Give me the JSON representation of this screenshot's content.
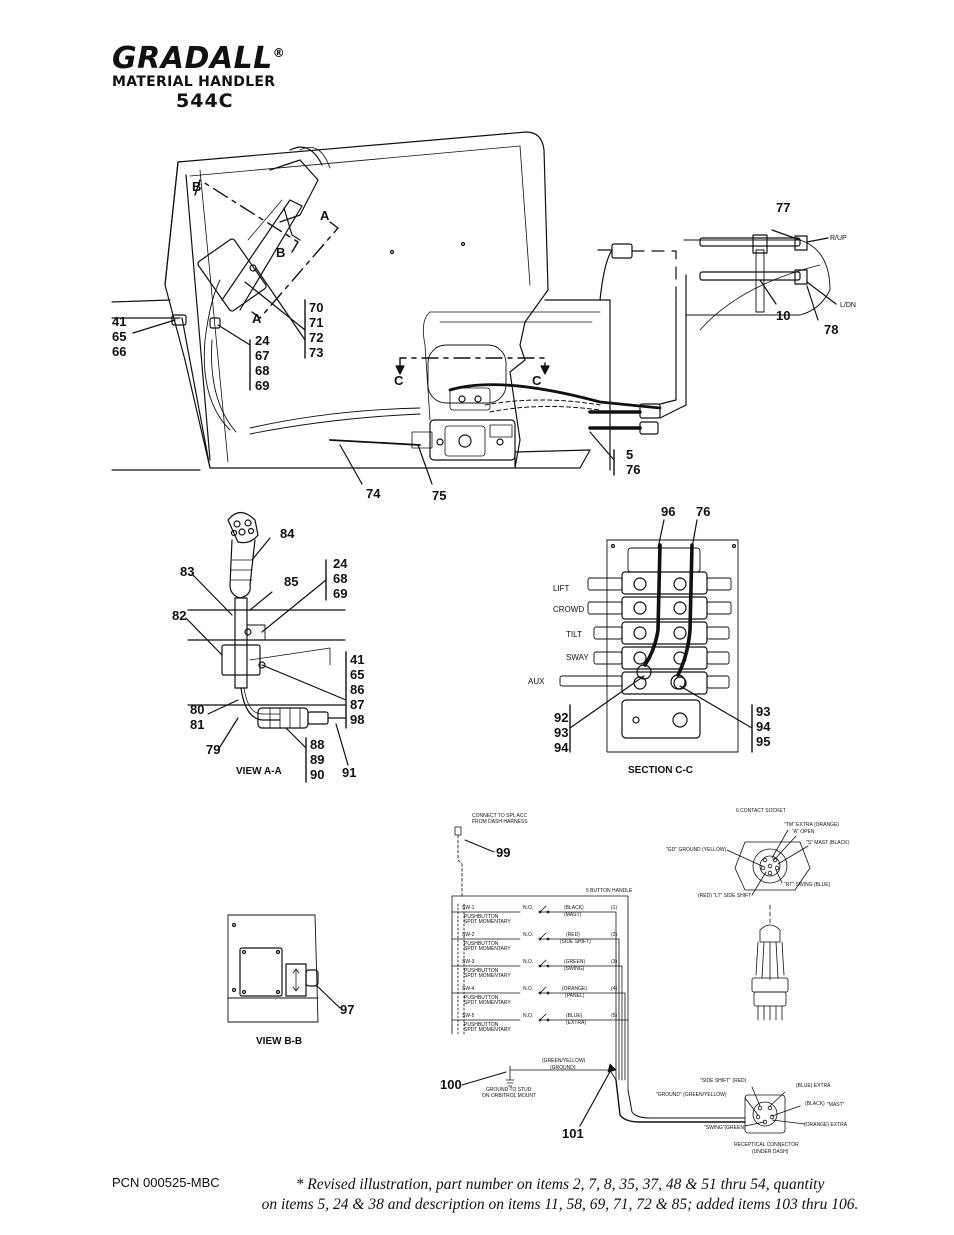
{
  "header": {
    "brand": "GRADALL",
    "registered": "®",
    "subtitle": "MATERIAL HANDLER",
    "model": "544C"
  },
  "main_view": {
    "section_letters": [
      "B",
      "A",
      "B",
      "A",
      "C",
      "C"
    ],
    "callouts": {
      "c41_65_66": [
        "41",
        "65",
        "66"
      ],
      "c24_67_68_69": [
        "24",
        "67",
        "68",
        "69"
      ],
      "c70_73": [
        "70",
        "71",
        "72",
        "73"
      ],
      "c74": "74",
      "c75": "75",
      "c5_76": [
        "5",
        "76"
      ],
      "c77": "77",
      "c10": "10",
      "c78": "78"
    },
    "pedal_labels": {
      "up": "R/UP",
      "down": "L/DN"
    }
  },
  "view_a": {
    "label": "VIEW A-A",
    "callouts": {
      "c84": "84",
      "c83": "83",
      "c85": "85",
      "c82": "82",
      "c24_68_69": [
        "24",
        "68",
        "69"
      ],
      "c41_98": [
        "41",
        "65",
        "86",
        "87",
        "98"
      ],
      "c80_81": [
        "80",
        "81"
      ],
      "c79": "79",
      "c88_90": [
        "88",
        "89",
        "90"
      ],
      "c91": "91"
    }
  },
  "section_c": {
    "label": "SECTION  C-C",
    "ports": [
      "LIFT",
      "CROWD",
      "TILT",
      "SWAY",
      "AUX"
    ],
    "callouts": {
      "c96": "96",
      "c76": "76",
      "c92_94": [
        "92",
        "93",
        "94"
      ],
      "c93_95": [
        "93",
        "94",
        "95"
      ]
    }
  },
  "view_b": {
    "label": "VIEW B-B",
    "callouts": {
      "c97": "97"
    }
  },
  "wiring": {
    "connect_note": [
      "CONNECT TO SPL ACC",
      "FROM DASH HARNESS"
    ],
    "callouts": {
      "c99": "99",
      "c100": "100",
      "c101": "101"
    },
    "handle_title": "5 BUTTON HANDLE",
    "switches": [
      {
        "sw": "SW-1",
        "desc": [
          "PUSHBUTTON",
          "SPDT MOMENTARY"
        ],
        "no": "N.O.",
        "wire": "(BLACK)",
        "func": "(MAST)",
        "pin": "(1)"
      },
      {
        "sw": "SW-2",
        "desc": [
          "PUSHBUTTON",
          "SPDT MOMENTARY"
        ],
        "no": "N.O.",
        "wire": "(RED)",
        "func": "(SIDE SHIFT)",
        "pin": "(2)"
      },
      {
        "sw": "SW-3",
        "desc": [
          "PUSHBUTTON",
          "SPDT MOMENTARY"
        ],
        "no": "N.O.",
        "wire": "(GREEN)",
        "func": "(SWING)",
        "pin": "(3)"
      },
      {
        "sw": "SW-4",
        "desc": [
          "PUSHBUTTON",
          "SPDT MOMENTARY"
        ],
        "no": "N.O.",
        "wire": "(ORANGE)",
        "func": "(PANEL)",
        "pin": "(4)"
      },
      {
        "sw": "SW-5",
        "desc": [
          "PUSHBUTTON",
          "SPDT MOMENTARY"
        ],
        "no": "N.O.",
        "wire": "(BLUE)",
        "func": "(EXTRA)",
        "pin": "(5)"
      }
    ],
    "ground_wire": [
      "(GREEN/YELLOW)",
      "(GROUND)"
    ],
    "ground_note": [
      "GROUND TO STUD",
      "ON ORBITROL MOUNT"
    ],
    "socket_title": "6 CONTACT SOCKET",
    "socket_pins": {
      "tm": "\"TM\" EXTRA (ORANGE)",
      "a": "\"A\" OPEN",
      "s": "\"S\" MAST (BLACK)",
      "gd": "\"GD\" GROUND (YELLOW)",
      "rt": "\"RT\" SWING (BLUE)",
      "lt": "(RED) \"LT\" SIDE SHIFT"
    },
    "receptacle_pins": {
      "side_shift": "\"SIDE SHIFT\" (RED)",
      "blue_extra": "(BLUE) EXTRA",
      "ground": "\"GROUND\" (GREEN/YELLOW)",
      "black": "(BLACK)",
      "mast": "\"MAST\"",
      "swing": "\"SWING\"(GREEN)",
      "orange_extra": "(ORANGE) EXTRA"
    },
    "receptacle_title": [
      "RECEPTICAL CONNECTOR",
      "(UNDER DASH)"
    ]
  },
  "footer": {
    "pcn": "PCN 000525-MBC",
    "note_lines": [
      "* Revised illustration, part number on items 2, 7, 8, 35, 37, 48 & 51 thru 54, quantity",
      "on items 5, 24 & 38 and description on items 11, 58, 69, 71, 72 & 85; added items 103 thru 106."
    ]
  }
}
